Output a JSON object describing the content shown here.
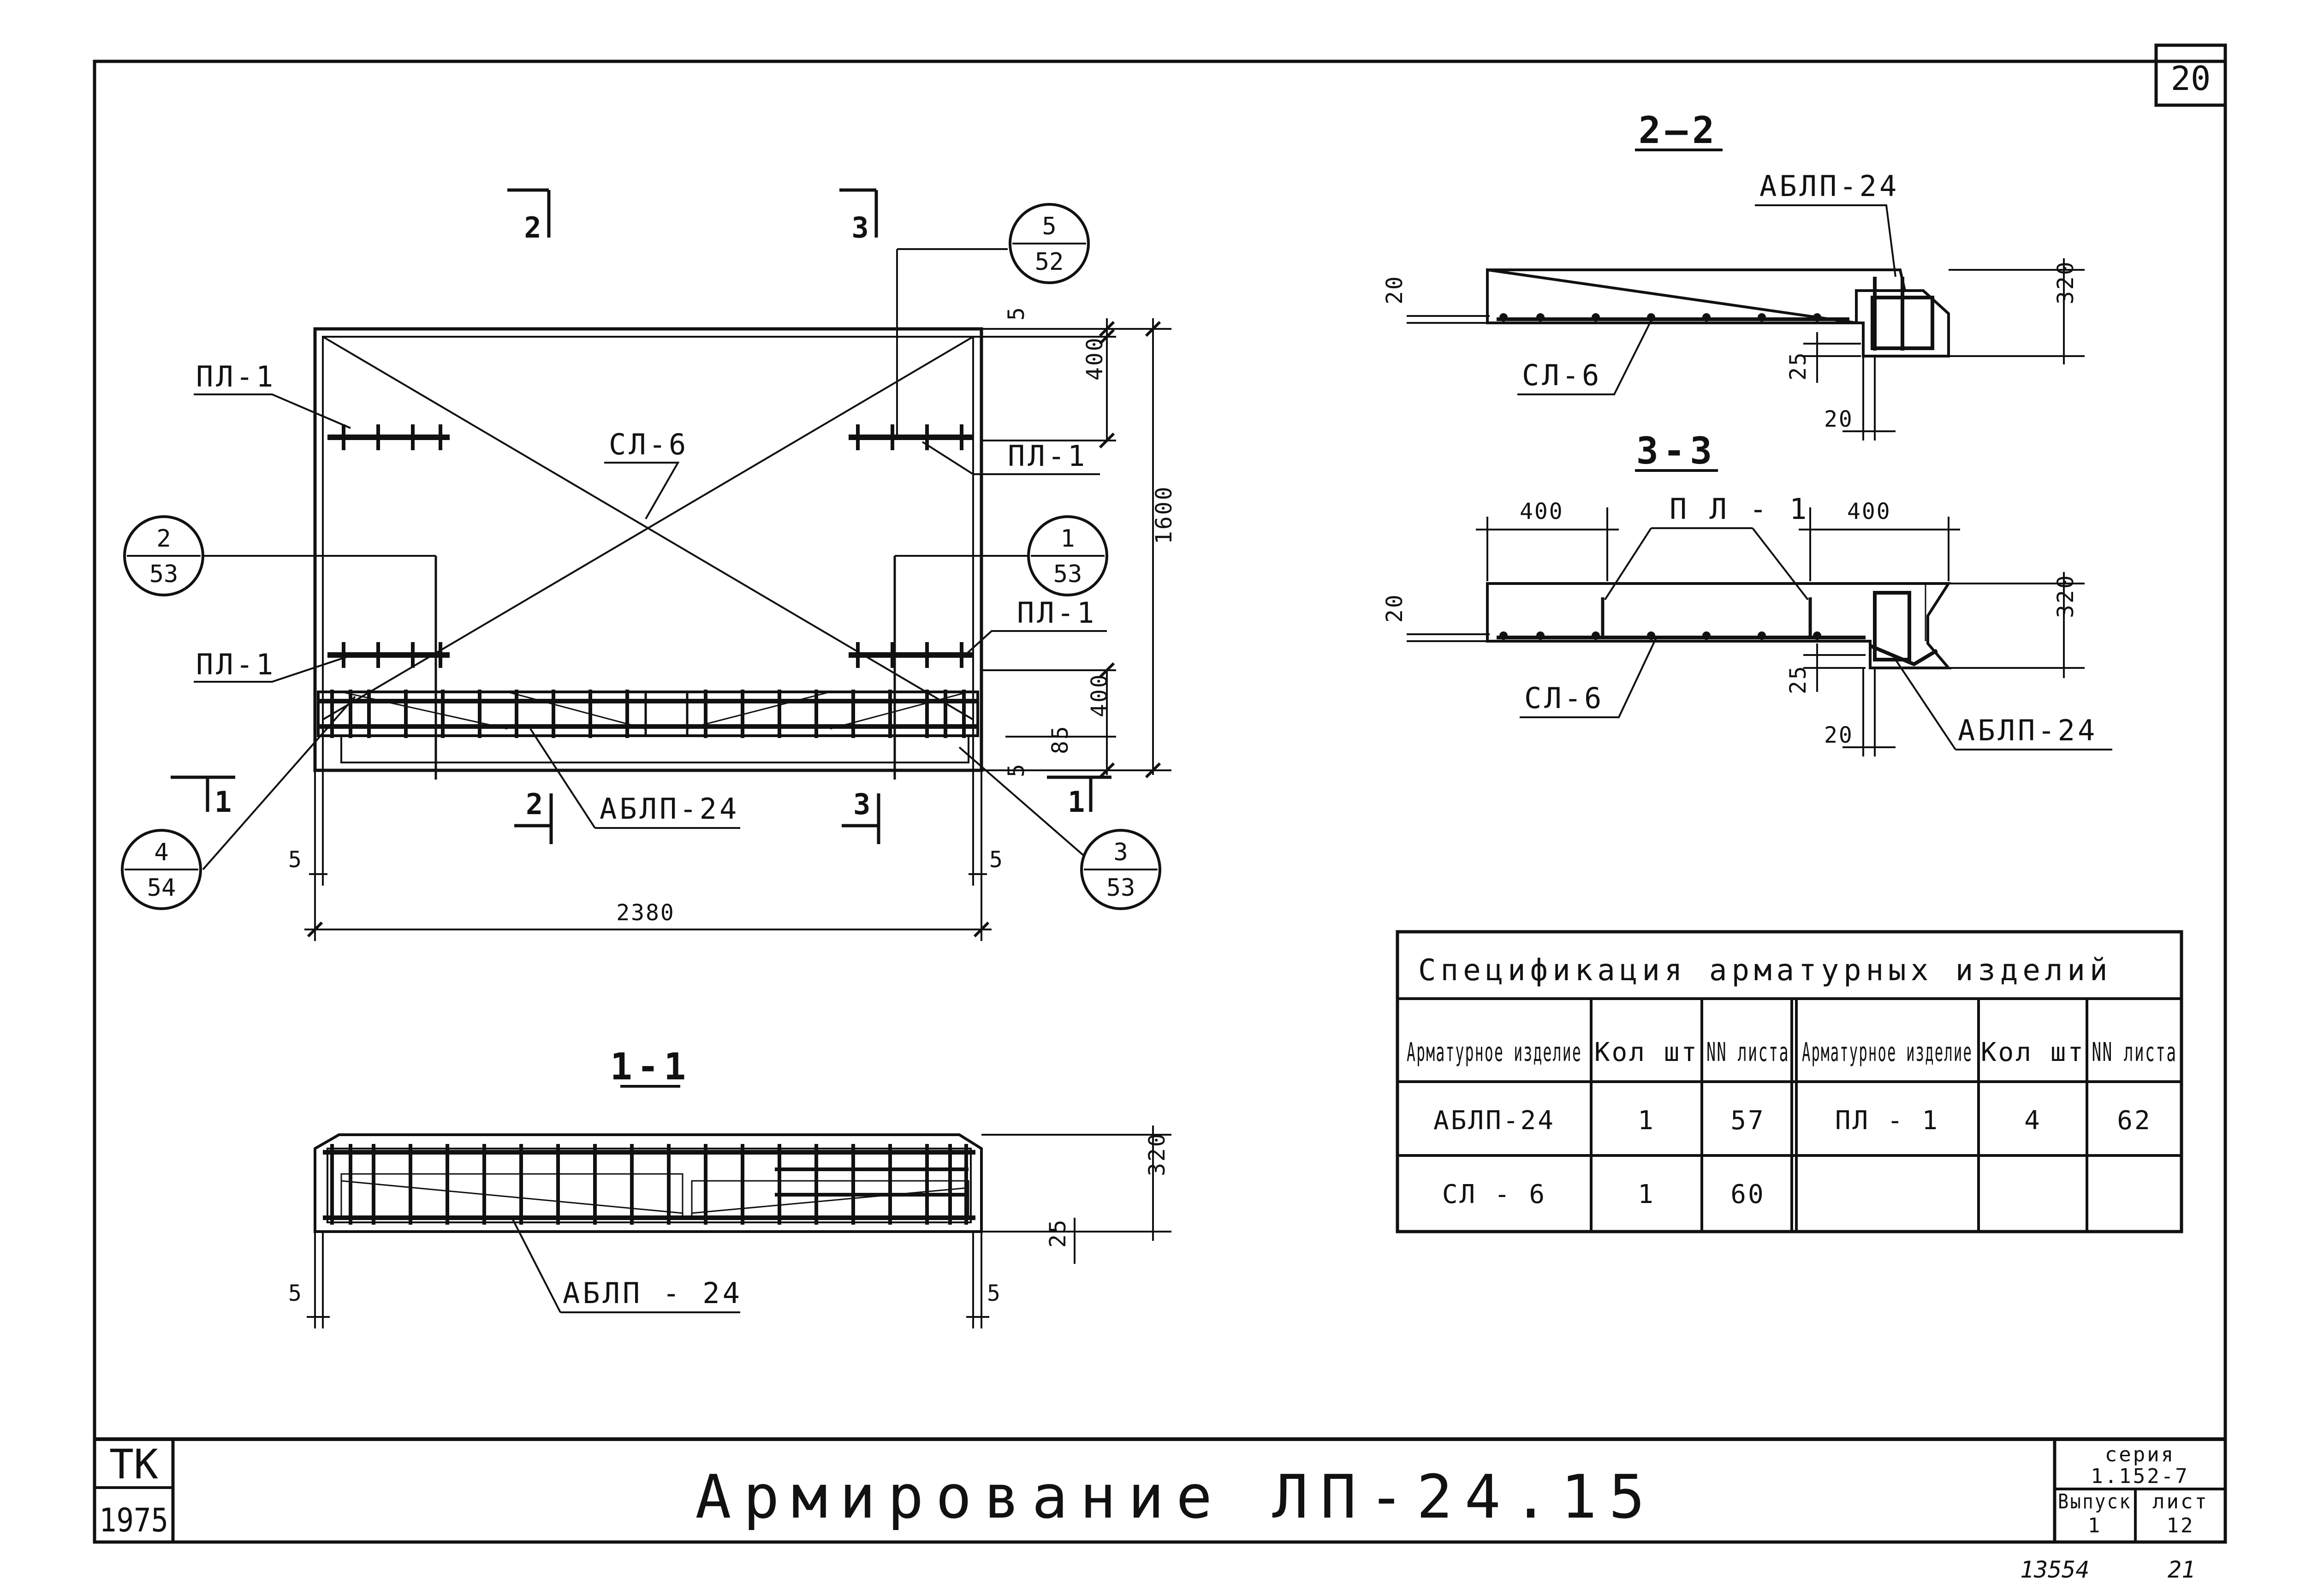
{
  "sheet_number": "20",
  "plan": {
    "labels": {
      "pl1_tl": "ПЛ-1",
      "pl1_tr": "ПЛ-1",
      "pl1_bl": "ПЛ-1",
      "pl1_br": "ПЛ-1",
      "sl6": "СЛ-6",
      "ablp24": "АБЛП-24"
    },
    "callouts": [
      {
        "top": "5",
        "bottom": "52"
      },
      {
        "top": "2",
        "bottom": "53"
      },
      {
        "top": "1",
        "bottom": "53"
      },
      {
        "top": "4",
        "bottom": "54"
      },
      {
        "top": "3",
        "bottom": "53"
      }
    ],
    "section_marks": {
      "top_left": "2",
      "top_right": "3",
      "bottom_left": "1",
      "bottom_right": "1",
      "bottom_mid_left": "2",
      "bottom_mid_right": "3"
    },
    "dims": {
      "top_gap": "5",
      "upper": "400",
      "total_height": "1600",
      "lower": "400",
      "d85": "85",
      "bottom_gap": "5",
      "left_gap": "5",
      "right_gap": "5",
      "width": "2380"
    }
  },
  "section_1_1": {
    "title": "1-1",
    "label": "АБЛП - 24",
    "dims": {
      "height": "320",
      "d25": "25",
      "left": "5",
      "right": "5"
    }
  },
  "section_2_2": {
    "title": "2—2",
    "label_top": "АБЛП-24",
    "label_bottom": "СЛ-6",
    "dims": {
      "d20_left": "20",
      "height": "320",
      "d25": "25",
      "d20_bottom": "20"
    }
  },
  "section_3_3": {
    "title": "3-3",
    "label_top": "П Л - 1",
    "label_sl": "СЛ-6",
    "label_ablp": "АБЛП-24",
    "dims": {
      "left": "400",
      "right": "400",
      "d20_left": "20",
      "height": "320",
      "d25": "25",
      "d20_bottom": "20"
    }
  },
  "spec_table": {
    "title": "Спецификация арматурных изделий",
    "headers": [
      "Арматурное изделие",
      "Кол шт",
      "NN листа",
      "Арматурное изделие",
      "Кол шт",
      "NN листа"
    ],
    "rows": [
      [
        "АБЛП-24",
        "1",
        "57",
        "ПЛ - 1",
        "4",
        "62"
      ],
      [
        "СЛ - 6",
        "1",
        "60",
        "",
        "",
        ""
      ]
    ]
  },
  "title_block": {
    "org": "ТК",
    "year": "1975",
    "title": "Армирование ЛП-24.15",
    "series_label": "серия",
    "series": "1.152-7",
    "issue_label": "Выпуск",
    "issue": "1",
    "sheet_label": "лист",
    "sheet": "12"
  },
  "footer": {
    "inventory": "13554",
    "page": "21"
  }
}
